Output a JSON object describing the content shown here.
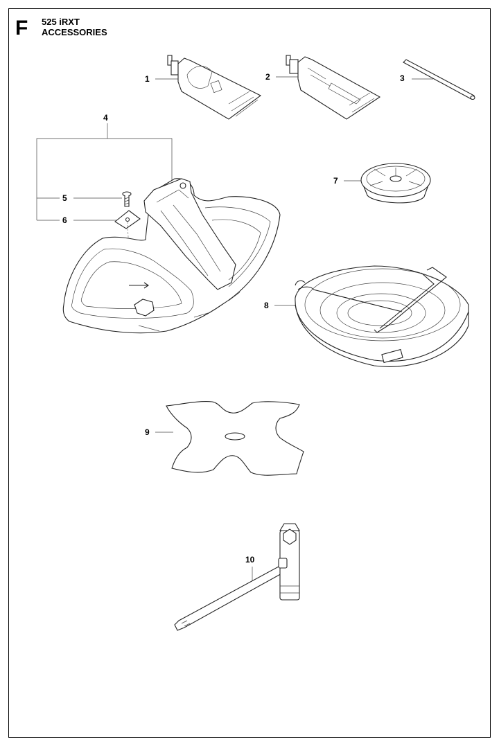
{
  "header": {
    "section": "F",
    "model": "525 iRXT",
    "subtitle": "ACCESSORIES"
  },
  "parts": [
    {
      "number": "1"
    },
    {
      "number": "2"
    },
    {
      "number": "3"
    },
    {
      "number": "4"
    },
    {
      "number": "5"
    },
    {
      "number": "6"
    },
    {
      "number": "7"
    },
    {
      "number": "8"
    },
    {
      "number": "9"
    },
    {
      "number": "10"
    }
  ]
}
